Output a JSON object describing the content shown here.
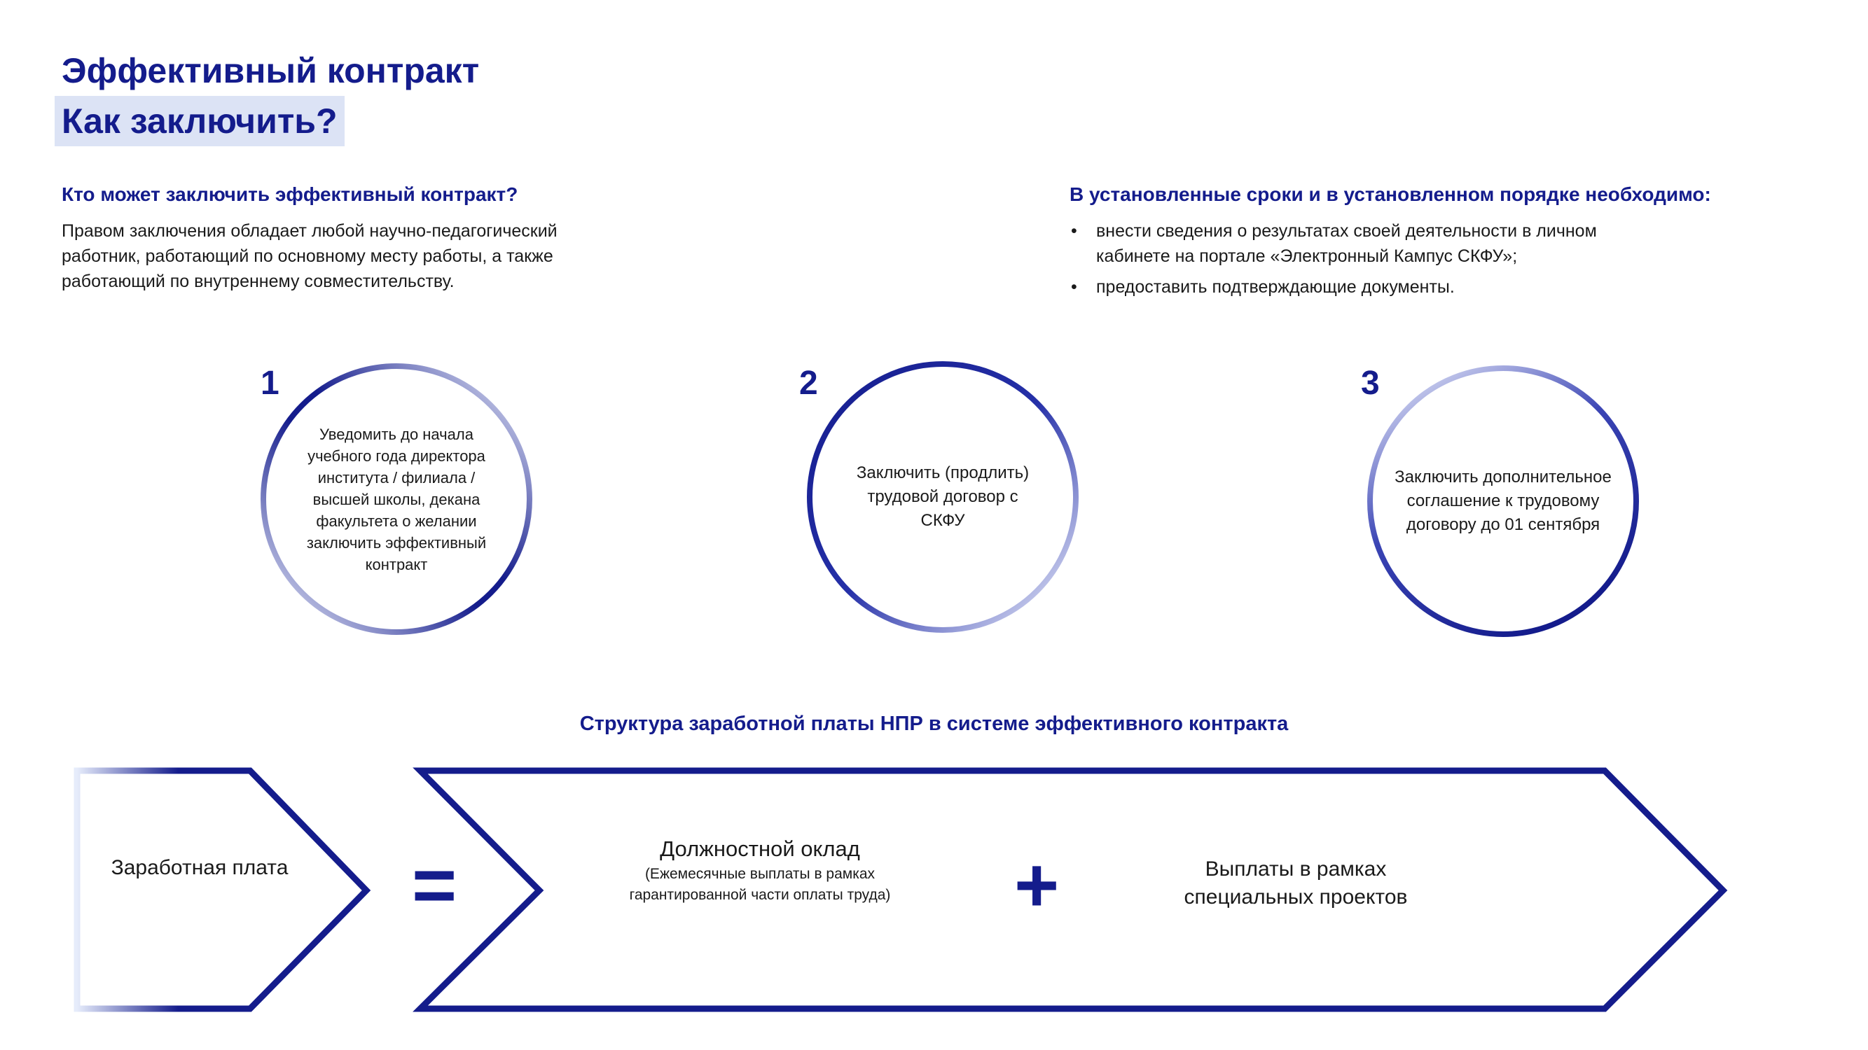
{
  "header": {
    "title": "Эффективный контракт",
    "subtitle": "Как заключить?"
  },
  "who": {
    "heading": "Кто может заключить эффективный контракт?",
    "text": "Правом заключения обладает любой научно-педагогический работник, работающий по основному месту работы, а также работающий по внутреннему совместительству."
  },
  "requirements": {
    "heading": "В установленные сроки и в установленном порядке необходимо:",
    "items": [
      "внести сведения о результатах своей деятельности в личном кабинете на портале «Электронный Кампус СКФУ»;",
      "предоставить подтверждающие документы."
    ],
    "bullet": "•"
  },
  "steps": [
    {
      "number": "1",
      "text": "Уведомить до начала учебного года директора института / филиала / высшей школы, декана факультета о желании заключить эффективный контракт"
    },
    {
      "number": "2",
      "text": "Заключить (продлить) трудовой договор с СКФУ"
    },
    {
      "number": "3",
      "text": "Заключить дополнительное соглашение к трудовому договору до 01 сентября"
    }
  ],
  "salary": {
    "title": "Структура заработной платы НПР в системе эффективного контракта",
    "left_label": "Заработная плата",
    "equals": "=",
    "plus": "+",
    "component1_title": "Должностной оклад",
    "component1_note": "(Ежемесячные выплаты в рамках гарантированной части оплаты труда)",
    "component2_title": "Выплаты в рамках специальных проектов"
  },
  "colors": {
    "primary": "#141c8c",
    "highlight": "#dce3f5",
    "ring_dark": "#141c8c",
    "ring_light": "#f3f6ff"
  }
}
